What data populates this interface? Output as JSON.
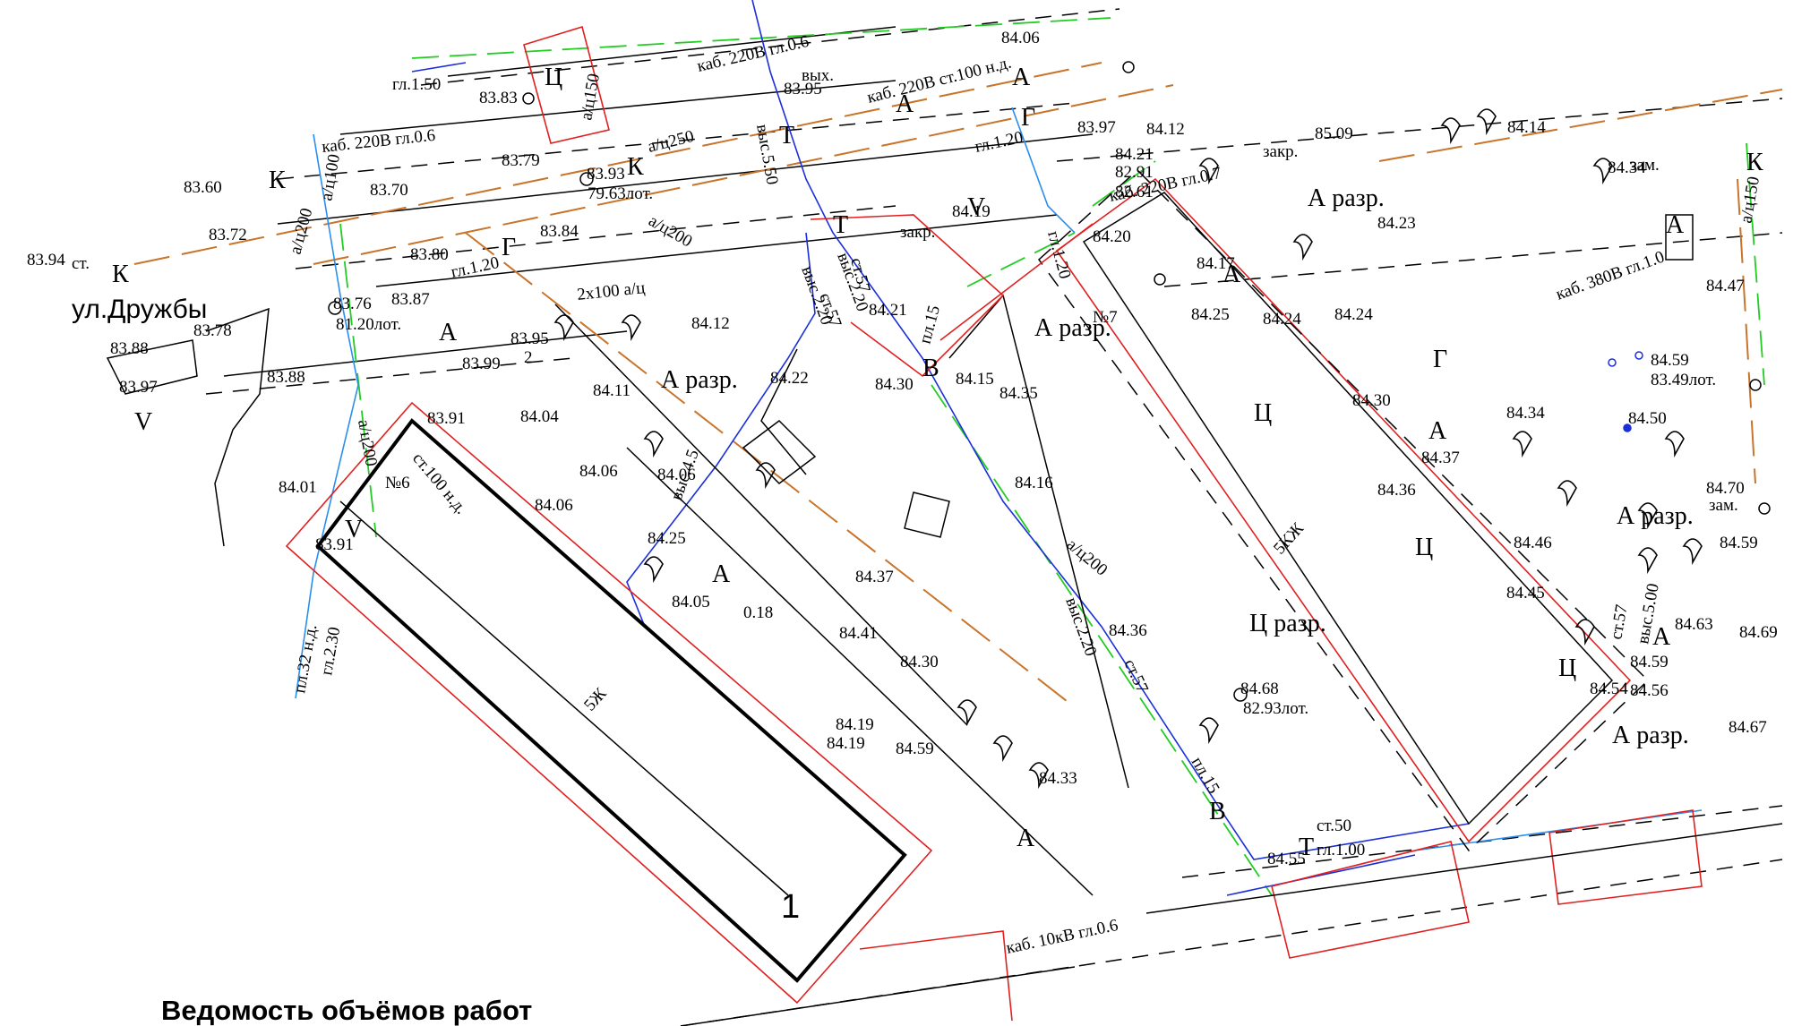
{
  "title": "Ведомость объёмов работ",
  "street": "ул.Дружбы",
  "building_labels": {
    "b1": "1",
    "b2": "2",
    "b1_type": "5Ж",
    "b3_type": "5КЖ",
    "b3_no": "№7",
    "b1_no": "№6"
  },
  "utility_labels": {
    "kab220_1": "каб. 220В гл.0.6",
    "kab220_2": "каб. 220В гл.0.6",
    "kab220_3": "каб. 220В гл.0.7",
    "kab220_4": "каб. 220В ст.100 н.д.",
    "kab380": "каб. 380В гл.1.0",
    "kab10": "каб. 10кВ гл.0.6",
    "two_x100": "2х100 а/ц",
    "ap250": "а/ц250",
    "ap200_1": "а/ц200",
    "ap200_2": "а/ц200",
    "ap200_3": "а/ц200",
    "ap200_4": "а/ц200",
    "ap150_1": "а/ц150",
    "ap150_2": "а/ц150",
    "ap100": "а/ц100",
    "ap100_nd": "ст.100 н.д.",
    "pl32": "пл.32 н.д.",
    "gl230": "гл.2.30",
    "gl150": "гл.1.50",
    "gl120_1": "гл.1.20",
    "gl120_2": "гл.1.20",
    "gl120_3": "гл.1.20",
    "st57_1": "ст.57",
    "st57_2": "ст.57",
    "st57_3": "ст.57",
    "st57_4": "ст.57",
    "st50": "ст.50",
    "gl100": "гл.1.00",
    "vys220_1": "выс.2.20",
    "vys220_2": "выс.2.20",
    "vys220_3": "выс.2.20",
    "vys45": "выс.4.5",
    "vys500": "выс.5.00",
    "vys550": "выс.5.50",
    "vyh": "вых.",
    "pl15_1": "пл.15",
    "pl15_2": "пл.15",
    "zakr_1": "закр.",
    "zakr_2": "закр.",
    "zam_1": "зам.",
    "zam_2": "зам.",
    "st": "ст."
  },
  "cover_labels": {
    "a1": "А",
    "a2": "А",
    "a3": "А",
    "a4": "А",
    "a5": "А",
    "a6": "А",
    "a7": "А",
    "a8": "А",
    "a9": "А",
    "a_razr_1": "А разр.",
    "a_razr_2": "А разр.",
    "a_razr_3": "А разр.",
    "a_razr_4": "А разр.",
    "a_razr_5": "А разр.",
    "ts_1": "Ц",
    "ts_2": "Ц",
    "ts_3": "Ц",
    "ts_4": "Ц",
    "ts_razr": "Ц разр.",
    "g_1": "Г",
    "g_2": "Г",
    "g_3": "Г",
    "k_1": "К",
    "k_2": "К",
    "k_3": "К",
    "k_4": "К",
    "v_1": "V",
    "v_2": "V",
    "v_3": "V",
    "t_1": "Т",
    "t_2": "Т",
    "t_3": "Т",
    "b_1": "В",
    "b_2": "В"
  },
  "elevations": {
    "e8406": "84.06",
    "e8395a": "83.95",
    "e8383": "83.83",
    "e8379": "83.79",
    "e8370": "83.70",
    "e8360": "83.60",
    "e8372": "83.72",
    "e8394": "83.94",
    "e8393": "83.93",
    "e7963": "79.63лот.",
    "e8384": "83.84",
    "e8380": "83.80",
    "e8376": "83.76",
    "e8120": "81.20лот.",
    "e8387": "83.87",
    "e8388a": "83.88",
    "e8378": "83.78",
    "e8397a": "83.97",
    "e8388b": "83.88",
    "e8395b": "83.95",
    "e8399": "83.99",
    "e8391a": "83.91",
    "e8404": "84.04",
    "e8401": "84.01",
    "e8391b": "83.91",
    "e8406b": "84.06",
    "e8406c": "84.06",
    "e8406d": "84.06",
    "e8425a": "84.25",
    "e8405": "84.05",
    "e018": "0.18",
    "e8411": "84.11",
    "e8412a": "84.12",
    "e8422": "84.22",
    "e8421a": "84.21",
    "e8430a": "84.30",
    "e8415": "84.15",
    "e8435": "84.35",
    "e8416": "84.16",
    "e8437a": "84.37",
    "e8441": "84.41",
    "e8430b": "84.30",
    "e8419a": "84.19",
    "e8419b": "84.19",
    "e8459a": "84.59",
    "e8433": "84.33",
    "e8436a": "84.36",
    "e8468": "84.68",
    "e8293": "82.93лот.",
    "e8455": "84.55",
    "e8397b": "83.97",
    "e8412b": "84.12",
    "e8421b": "84.21",
    "e8291": "82.91",
    "e8261": "82.61",
    "e8420": "84.20",
    "e8419c": "84.19",
    "e8509": "85.09",
    "e8414": "84.14",
    "e8423": "84.23",
    "e8417": "84.17",
    "e8425b": "84.25",
    "e8424a": "84.24",
    "e8424b": "84.24",
    "e8430c": "84.30",
    "e8434a": "84.34",
    "e8437b": "84.37",
    "e8436b": "84.36",
    "e8446": "84.46",
    "e8445": "84.45",
    "e8434b": "84.34",
    "e8447": "84.47",
    "e8459b": "84.59",
    "e8349": "83.49лот.",
    "e8450": "84.50",
    "e8470": "84.70",
    "e8459c": "84.59",
    "e8463": "84.63",
    "e8469": "84.69",
    "e8459d": "84.59",
    "e8454": "84.54",
    "e8456": "84.56",
    "e8467": "84.67"
  },
  "colors": {
    "red": "#e02020",
    "blue": "#1a2fd8",
    "light_blue": "#2a8ef0",
    "green": "#22cc22",
    "orange": "#c8742a"
  }
}
